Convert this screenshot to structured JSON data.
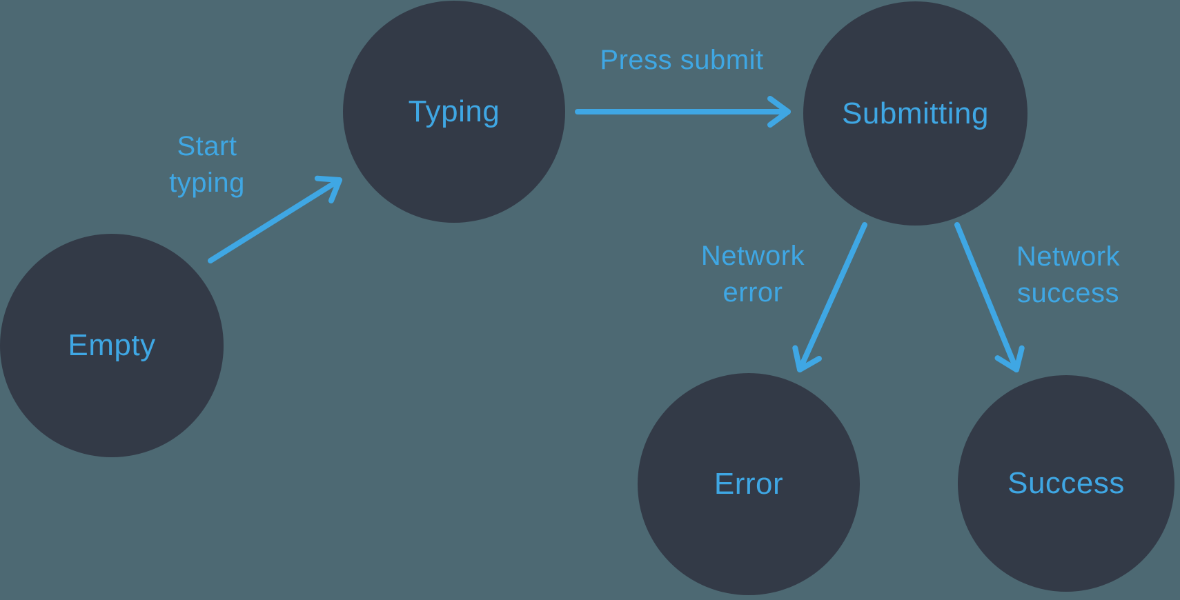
{
  "colors": {
    "background": "#4d6973",
    "node_fill": "#333a47",
    "accent": "#3fa7e4"
  },
  "diagram_type": "state-machine",
  "nodes": [
    {
      "id": "empty",
      "label": "Empty"
    },
    {
      "id": "typing",
      "label": "Typing"
    },
    {
      "id": "submitting",
      "label": "Submitting"
    },
    {
      "id": "error",
      "label": "Error"
    },
    {
      "id": "success",
      "label": "Success"
    }
  ],
  "edges": [
    {
      "from": "empty",
      "to": "typing",
      "label": "Start typing"
    },
    {
      "from": "typing",
      "to": "submitting",
      "label": "Press submit"
    },
    {
      "from": "submitting",
      "to": "error",
      "label": "Network error"
    },
    {
      "from": "submitting",
      "to": "success",
      "label": "Network success"
    }
  ]
}
